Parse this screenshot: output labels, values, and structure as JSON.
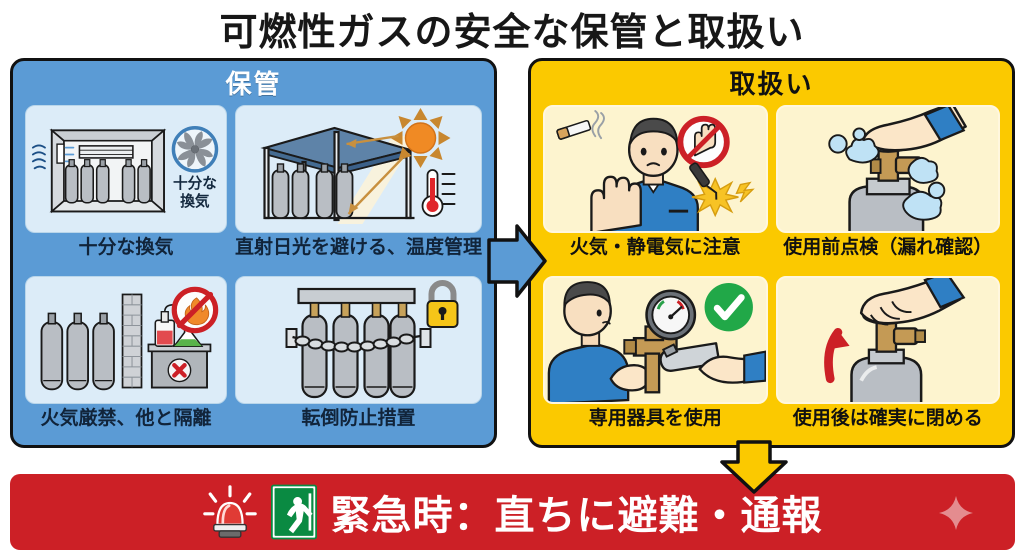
{
  "title": "可燃性ガスの安全な保管と取扱い",
  "panels": [
    {
      "id": "storage",
      "heading": "保管",
      "color": "#5b9bd5",
      "cells": [
        {
          "caption": "十分な換気",
          "figure_name": "storage-room-ventilation-illustration",
          "inline_label_line1": "十分な",
          "inline_label_line2": "換気",
          "icons": [
            "fan-icon",
            "airflow-icon",
            "gas-cylinder-icon"
          ]
        },
        {
          "caption": "直射日光を避ける、温度管理",
          "figure_name": "canopy-shelter-sunlight-illustration",
          "icons": [
            "sun-icon",
            "thermometer-icon",
            "gas-cylinder-icon",
            "canopy-roof-icon"
          ]
        },
        {
          "caption": "火気厳禁、他と隔離",
          "figure_name": "separation-from-chemicals-illustration",
          "icons": [
            "no-fire-icon",
            "brick-wall-icon",
            "chemical-bottle-icon",
            "x-mark-icon",
            "gas-cylinder-icon"
          ]
        },
        {
          "caption": "転倒防止措置",
          "figure_name": "chained-cylinders-illustration",
          "icons": [
            "chain-icon",
            "padlock-icon",
            "gas-cylinder-icon"
          ]
        }
      ]
    },
    {
      "id": "handling",
      "heading": "取扱い",
      "color": "#fbc900",
      "cells": [
        {
          "caption": "火気・静電気に注意",
          "figure_name": "worker-stop-gesture-illustration",
          "icons": [
            "cigarette-icon",
            "no-entry-hand-icon",
            "spark-icon",
            "worker-icon"
          ]
        },
        {
          "caption": "使用前点検（漏れ確認）",
          "figure_name": "leak-check-bubbles-illustration",
          "icons": [
            "hand-icon",
            "valve-icon",
            "soap-bubble-icon",
            "gas-cylinder-icon"
          ]
        },
        {
          "caption": "専用器具を使用",
          "figure_name": "regulator-and-wrench-illustration",
          "icons": [
            "pressure-gauge-icon",
            "wrench-icon",
            "check-circle-icon",
            "worker-icon"
          ]
        },
        {
          "caption": "使用後は確実に閉める",
          "figure_name": "close-valve-illustration",
          "icons": [
            "hand-icon",
            "rotation-arrow-icon",
            "valve-icon",
            "gas-cylinder-icon"
          ]
        }
      ]
    }
  ],
  "flow": {
    "right_arrow_name": "storage-to-handling-arrow",
    "right_arrow_color": "#5b9bd5",
    "down_arrow_name": "handling-to-emergency-arrow",
    "down_arrow_color": "#fbc900"
  },
  "banner": {
    "text": "緊急時：直ちに避難・通報",
    "background": "#cc2026",
    "text_color": "#ffffff",
    "icons": [
      "siren-icon",
      "emergency-exit-sign-icon",
      "sparkle-icon"
    ]
  }
}
